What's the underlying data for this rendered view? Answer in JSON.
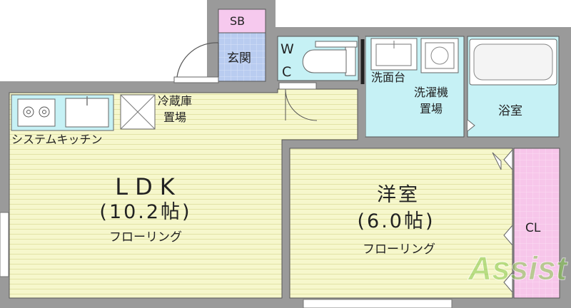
{
  "ldk": {
    "name": "LDK",
    "size": "(10.2帖)",
    "floor": "フローリング"
  },
  "western_room": {
    "name": "洋室",
    "size": "(6.0帖)",
    "floor": "フローリング"
  },
  "kitchen": {
    "label": "システムキッチン"
  },
  "fridge": {
    "line1": "冷蔵庫",
    "line2": "置場"
  },
  "entrance": {
    "label": "玄関"
  },
  "shoe_box": {
    "label": "SB"
  },
  "toilet": {
    "line1": "W",
    "line2": "C"
  },
  "washbasin": {
    "label": "洗面台"
  },
  "washer": {
    "line1": "洗濯機",
    "line2": "置場"
  },
  "bathroom": {
    "label": "浴室"
  },
  "closet": {
    "label": "CL"
  },
  "watermark": {
    "text": "Assist"
  },
  "colors": {
    "wall": "#9a9a9a",
    "wall_stroke": "#777777",
    "flooring": "#f6f7cc",
    "flooring_lines": "#e2e3a6",
    "wet_area": "#c6f1f5",
    "closet": "#f7c6ea",
    "shoe_box": "#f6c9ee",
    "entrance_tile": "#b9ccf0",
    "watermark": "#86c94b"
  }
}
